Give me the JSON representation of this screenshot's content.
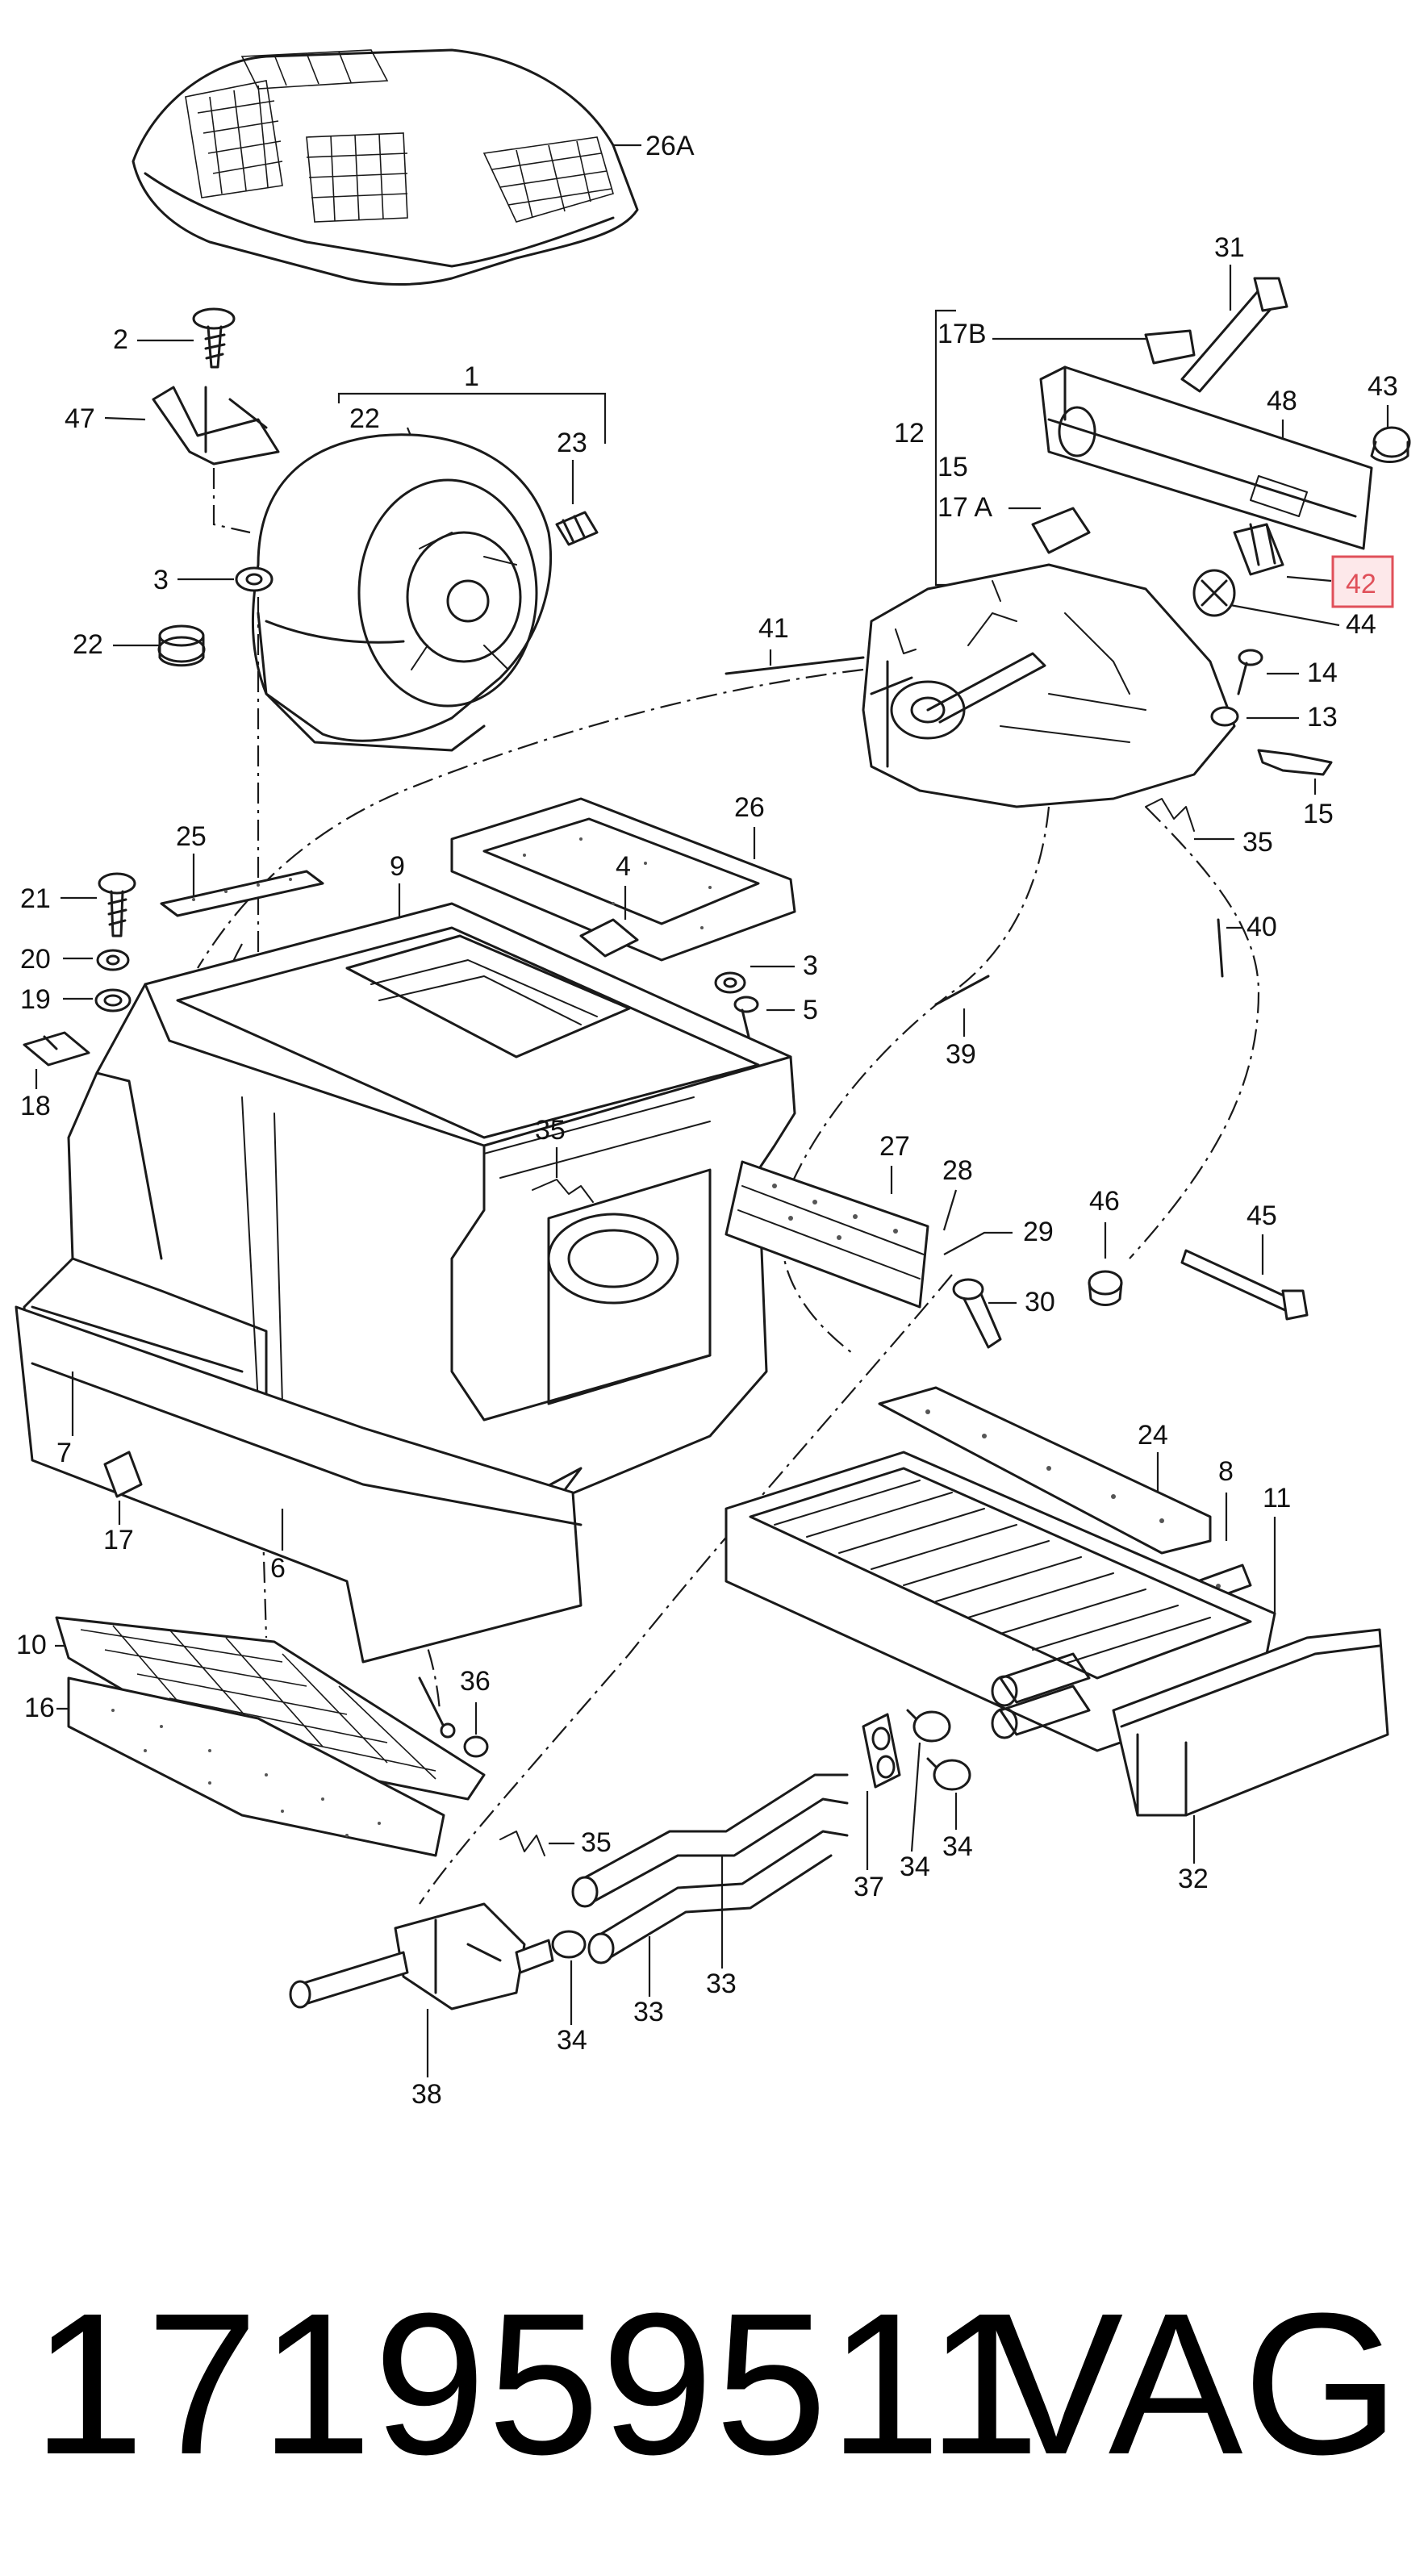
{
  "callouts": {
    "c26a": "26A",
    "c1": "1",
    "c2": "2",
    "c47": "47",
    "c22a": "22",
    "c23": "23",
    "c3a": "3",
    "c22b": "22",
    "c31": "31",
    "c17b": "17B",
    "c12": "12",
    "c15a": "15",
    "c17a": "17 A",
    "c48": "48",
    "c43": "43",
    "c42": "42",
    "c44": "44",
    "c41": "41",
    "c14": "14",
    "c13": "13",
    "c15b": "15",
    "c35a": "35",
    "c25": "25",
    "c26": "26",
    "c9": "9",
    "c4": "4",
    "c40": "40",
    "c21": "21",
    "c20": "20",
    "c19": "19",
    "c3b": "3",
    "c5": "5",
    "c18": "18",
    "c39": "39",
    "c35b": "35",
    "c27": "27",
    "c28": "28",
    "c46": "46",
    "c45": "45",
    "c29": "29",
    "c30": "30",
    "c7": "7",
    "c24": "24",
    "c8": "8",
    "c11": "11",
    "c17c": "17",
    "c6": "6",
    "c10": "10",
    "c36": "36",
    "c16": "16",
    "c35c": "35",
    "c37": "37",
    "c34a": "34",
    "c34b": "34",
    "c32": "32",
    "c33a": "33",
    "c33b": "33",
    "c34c": "34",
    "c38": "38"
  },
  "footer": {
    "part_number": "171959511",
    "brand": "VAG"
  },
  "highlight_color": "#e0505a"
}
